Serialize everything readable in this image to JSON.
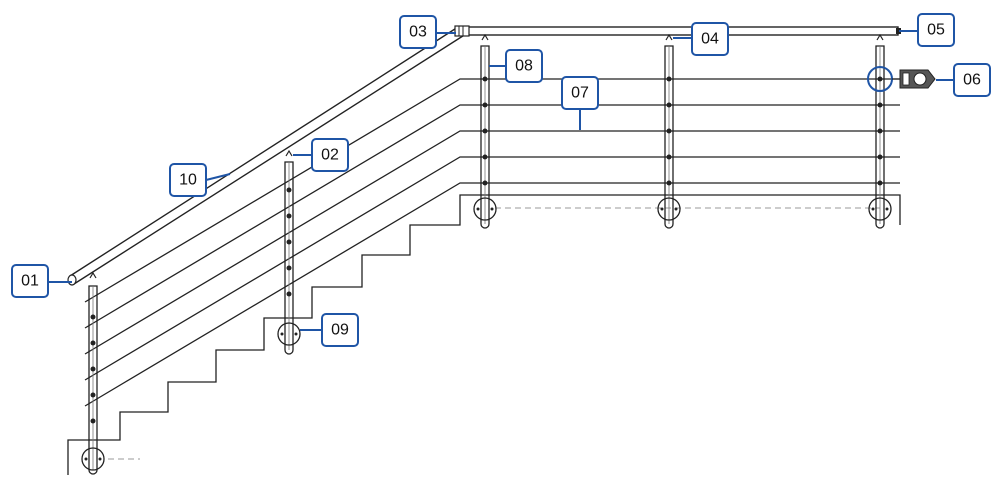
{
  "labels": {
    "01": "01",
    "02": "02",
    "03": "03",
    "04": "04",
    "05": "05",
    "06": "06",
    "07": "07",
    "08": "08",
    "09": "09",
    "10": "10"
  },
  "colors": {
    "callout": "#1f55a6",
    "lines": "#222222",
    "background": "#ffffff"
  }
}
